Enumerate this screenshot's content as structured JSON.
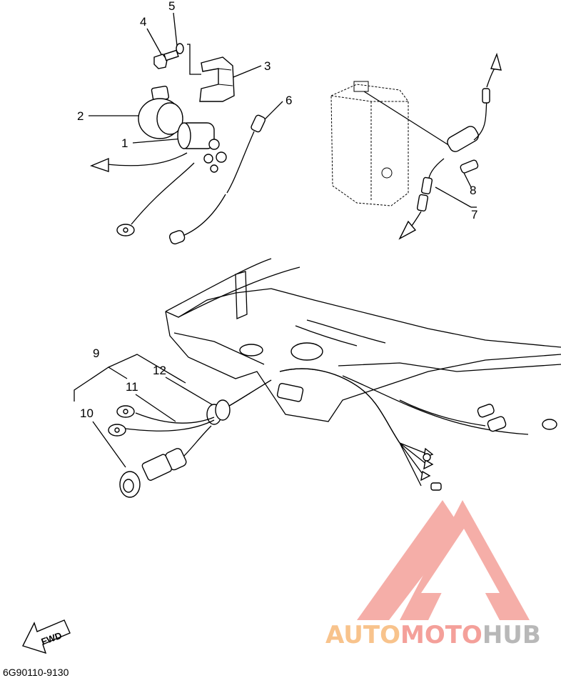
{
  "callouts": {
    "c1": "1",
    "c2": "2",
    "c3": "3",
    "c4": "4",
    "c5": "5",
    "c6": "6",
    "c7": "7",
    "c8": "8",
    "c9": "9",
    "c10": "10",
    "c11": "11",
    "c12": "12"
  },
  "fwd_label": "FWD",
  "diagram_code": "6G90110-9130",
  "watermark": {
    "part1": "AUTO",
    "part2": "MOTO",
    "part3": "HUB",
    "color_triangle": "#f4a09a",
    "color_auto": "#f8c38c",
    "color_moto": "#f4a09a",
    "color_hub": "#b8b8b8"
  }
}
